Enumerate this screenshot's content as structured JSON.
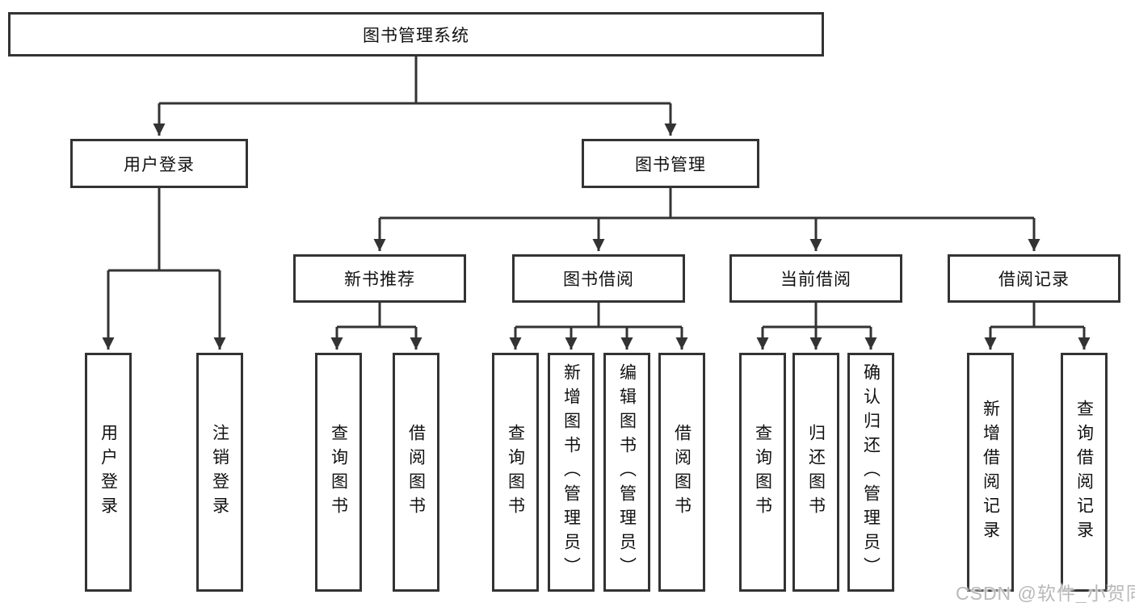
{
  "tree": {
    "root": "图书管理系统",
    "branches": [
      {
        "label": "用户登录",
        "children": [
          "用户登录",
          "注销登录"
        ]
      },
      {
        "label": "图书管理",
        "groups": [
          {
            "label": "新书推荐",
            "children": [
              "查询图书",
              "借阅图书"
            ]
          },
          {
            "label": "图书借阅",
            "children": [
              "查询图书",
              "新增图书（管理员）",
              "编辑图书（管理员）",
              "借阅图书"
            ]
          },
          {
            "label": "当前借阅",
            "children": [
              "查询图书",
              "归还图书",
              "确认归还（管理员）"
            ]
          },
          {
            "label": "借阅记录",
            "children": [
              "新增借阅记录",
              "查询借阅记录"
            ]
          }
        ]
      }
    ]
  },
  "watermark": "CSDN @软件_小贺同学",
  "colors": {
    "line": "#333333",
    "box_border": "#333333",
    "text": "#111111",
    "watermark": "#b9b9b9",
    "background": "#ffffff"
  }
}
